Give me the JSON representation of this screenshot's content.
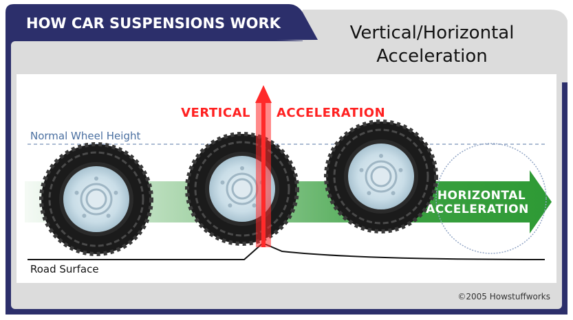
{
  "header": {
    "title": "HOW CAR SUSPENSIONS WORK"
  },
  "subtitle": {
    "line1": "Vertical/Horizontal",
    "line2": "Acceleration"
  },
  "labels": {
    "normal_wheel_height": "Normal Wheel Height",
    "vertical_left": "VERTICAL",
    "vertical_right": "ACCELERATION",
    "horizontal_line1": "HORIZONTAL",
    "horizontal_line2": "ACCELERATION",
    "road_surface": "Road Surface"
  },
  "credit": "©2005 Howstuffworks",
  "colors": {
    "navy": "#2c2f6b",
    "panel_gray": "#dcdcdc",
    "red_arrow": "#ff2a2a",
    "green_arrow": "#2e9a35",
    "dashed_line": "#8fa3c4",
    "tire": "#1c1c1c",
    "rim": "#c8dce6"
  },
  "icons": [
    "tire-icon",
    "tire-icon",
    "tire-icon",
    "ghost-wheel-outline",
    "vertical-arrow",
    "horizontal-arrow"
  ]
}
